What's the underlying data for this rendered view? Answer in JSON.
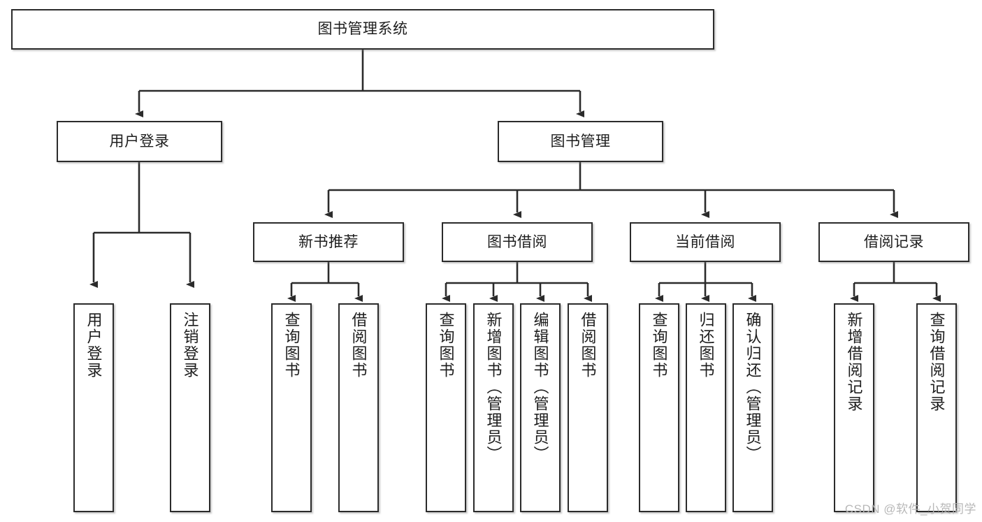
{
  "diagram": {
    "title": "图书管理系统",
    "type": "tree",
    "stroke_color": "#2b2b2b",
    "fill_color": "#ffffff",
    "text_color": "#1d1d1d",
    "nodes": {
      "root": {
        "label": "图书管理系统"
      },
      "l1": [
        {
          "label": "用户登录"
        },
        {
          "label": "图书管理"
        }
      ],
      "l2": [
        {
          "label": "新书推荐"
        },
        {
          "label": "图书借阅"
        },
        {
          "label": "当前借阅"
        },
        {
          "label": "借阅记录"
        }
      ],
      "leaves": {
        "user_login": [
          {
            "label": "用户登录"
          },
          {
            "label": "注销登录"
          }
        ],
        "new_book": [
          {
            "label": "查询图书"
          },
          {
            "label": "借阅图书"
          }
        ],
        "borrow": [
          {
            "label": "查询图书"
          },
          {
            "label": "新增图书（管理员）"
          },
          {
            "label": "编辑图书（管理员）"
          },
          {
            "label": "借阅图书"
          }
        ],
        "current": [
          {
            "label": "查询图书"
          },
          {
            "label": "归还图书"
          },
          {
            "label": "确认归还（管理员）"
          }
        ],
        "records": [
          {
            "label": "新增借阅记录"
          },
          {
            "label": "查询借阅记录"
          }
        ]
      }
    }
  },
  "watermark": {
    "text": "CSDN @软件_小贺同学"
  }
}
